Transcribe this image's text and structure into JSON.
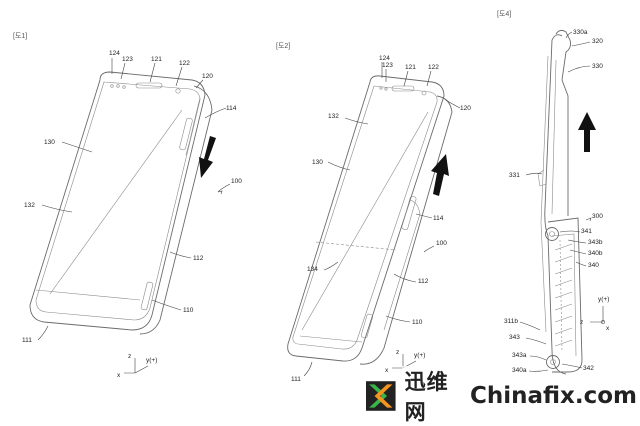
{
  "figures": [
    {
      "caption": "[도1]",
      "arrow_direction": "down",
      "labels": [
        "124",
        "123",
        "121",
        "122",
        "120",
        "114",
        "130",
        "132",
        "100",
        "112",
        "110",
        "111"
      ]
    },
    {
      "caption": "[도2]",
      "arrow_direction": "up",
      "labels": [
        "124",
        "123",
        "121",
        "122",
        "120",
        "132",
        "130",
        "114",
        "100",
        "134",
        "112",
        "110",
        "111"
      ]
    },
    {
      "caption": "[도4]",
      "arrow_direction": "up",
      "labels": [
        "330a",
        "320",
        "330",
        "331",
        "300",
        "341",
        "343b",
        "340b",
        "340",
        "311b",
        "343",
        "343a",
        "340a",
        "342"
      ]
    }
  ],
  "axes": {
    "fig1": {
      "z": "z",
      "y": "y(+)",
      "x": "x"
    },
    "fig2": {
      "z": "z",
      "y": "y(+)",
      "x": "x"
    },
    "fig4": {
      "y": "y(+)",
      "z": "z",
      "x": "x"
    }
  },
  "watermark": {
    "chinese": "迅维网",
    "english": "Chinafix.com",
    "colors": {
      "green": "#39b54a",
      "orange": "#f7941d",
      "dark": "#222222"
    }
  }
}
